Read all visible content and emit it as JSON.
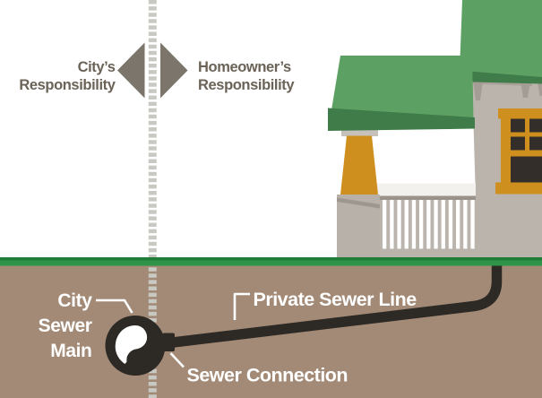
{
  "labels": {
    "city_responsibility_line1": "City’s",
    "city_responsibility_line2": "Responsibility",
    "homeowner_responsibility_line1": "Homeowner’s",
    "homeowner_responsibility_line2": "Responsibility",
    "city_sewer_main_line1": "City",
    "city_sewer_main_line2": "Sewer",
    "city_sewer_main_line3": "Main",
    "private_sewer_line": "Private Sewer Line",
    "sewer_connection": "Sewer Connection"
  },
  "colors": {
    "background": "#ffffff",
    "ground_brown": "#a28a76",
    "grass_green": "#2f9447",
    "grass_edge_green": "#1f7d37",
    "roof_green": "#5da063",
    "eave_green": "#3f7c49",
    "wall_gray": "#bab4ac",
    "trim_orange": "#cf8f1e",
    "window_pane": "#332e2a",
    "pipe_black": "#2d2925",
    "divider_gray": "#c9c9c4",
    "arrow_gray": "#7b756c",
    "responsibility_text": "#6b6357",
    "underground_text": "#ffffff"
  }
}
